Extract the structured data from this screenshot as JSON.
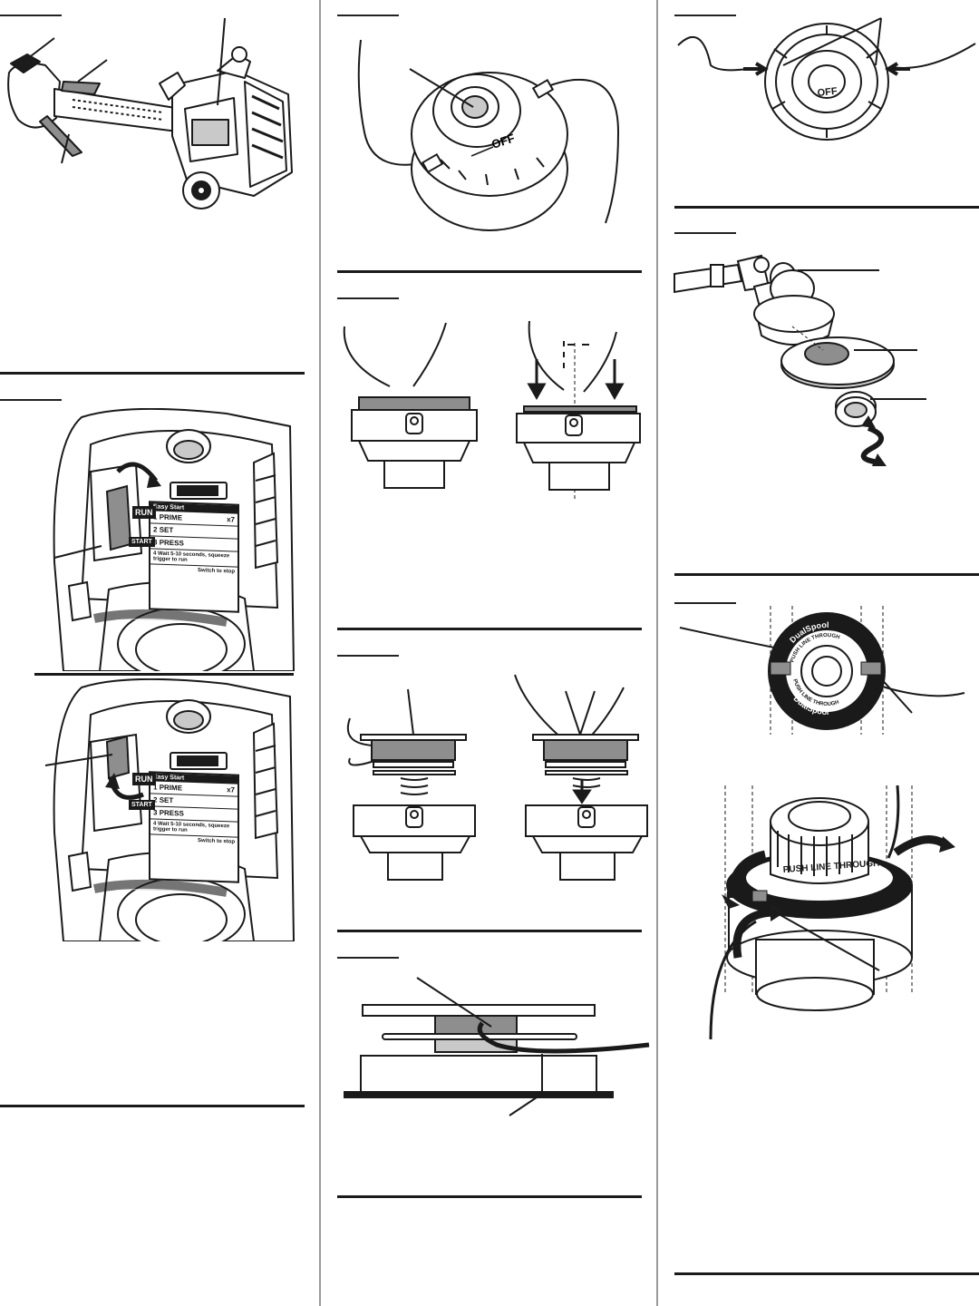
{
  "panel": {
    "start_label": {
      "badges": {
        "run": "RUN",
        "start": "START"
      },
      "header": "Easy Start",
      "steps": [
        {
          "num": "1",
          "text": "PRIME",
          "extra": "x7"
        },
        {
          "num": "2",
          "text": "SET"
        },
        {
          "num": "3",
          "text": "PRESS"
        },
        {
          "num": "4",
          "text": "Wait 5-10 seconds, squeeze trigger to run"
        }
      ],
      "stop_text": "Switch to stop"
    }
  },
  "spool": {
    "dial_text": "OFF",
    "rim_top": "DualSpool",
    "rim_bottom": "DualSpool",
    "ring_top": "PUSH LINE THROUGH",
    "ring_bottom": "PUSH LINE THROUGH",
    "push_text": "PUSH LINE THROUGH"
  },
  "colors": {
    "ink": "#1a1a1a",
    "gray": "#8e8e8e",
    "light": "#c9c9c9",
    "divider": "#9a9a9a"
  }
}
